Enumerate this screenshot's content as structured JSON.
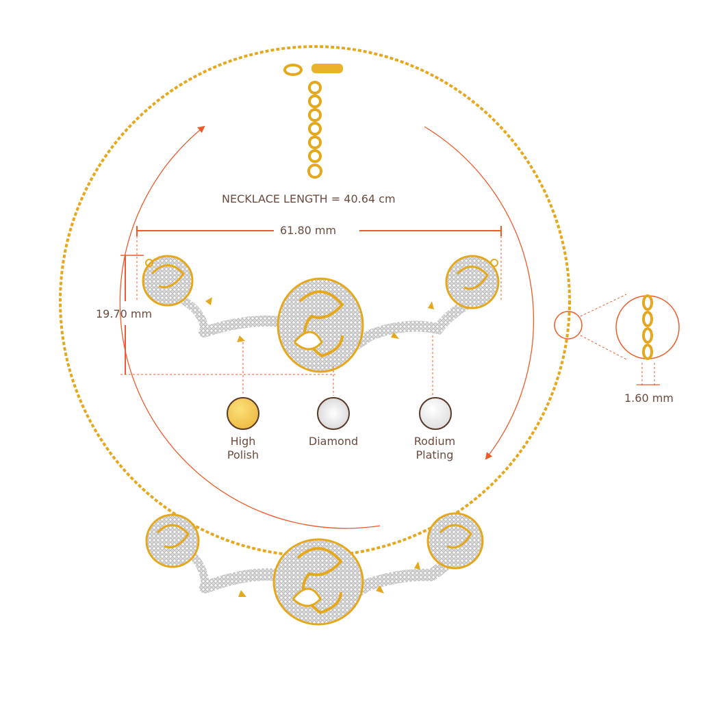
{
  "necklace_length_label": "NECKLACE LENGTH = 40.64 cm",
  "width_dimension": "61.80 mm",
  "height_dimension": "19.70 mm",
  "chain_thickness": "1.60 mm",
  "materials": [
    {
      "line1": "High",
      "line2": "Polish",
      "color": "#f0c24a",
      "border": "#5b3a2b"
    },
    {
      "line1": "Diamond",
      "line2": "",
      "color": "#ffffff",
      "border": "#5b3a2b"
    },
    {
      "line1": "Rodium",
      "line2": "Plating",
      "color": "#e6e6e6",
      "border": "#5b3a2b"
    }
  ],
  "colors": {
    "accent": "#f05a28",
    "gold": "#e5a81d",
    "text": "#6b4a3f"
  },
  "icons": [
    "necklace-chain-image",
    "pendant-detail-image",
    "pendant-front-image",
    "chain-zoom-lens",
    "clasp-extender-image"
  ]
}
